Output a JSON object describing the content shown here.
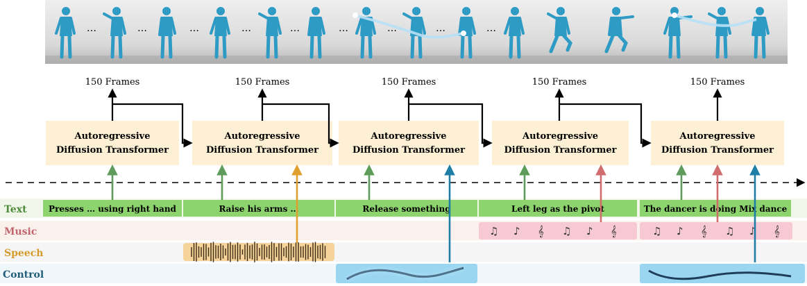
{
  "frames_label": "150 Frames",
  "block_line1": "Autoregressive",
  "block_line2": "Diffusion Transformer",
  "rows": {
    "text": "Text",
    "music": "Music",
    "speech": "Speech",
    "control": "Control"
  },
  "text_segments": [
    "Presses … using right hand",
    "Raise his arms …",
    "Release something",
    "Left leg as the pivot",
    "The dancer is doing Mix dance"
  ],
  "ellipsis": "…",
  "colors": {
    "block_fill": "#fdf0d5",
    "text_row": "#f0f7ea",
    "text_seg": "#8dd46f",
    "music_row": "#fbf1ec",
    "music_seg": "#f7c9d5",
    "speech_row": "#f5f5f5",
    "speech_seg": "#f5d39a",
    "control_row": "#f0f7fa",
    "control_seg": "#9bd6f0",
    "text_label": "#4e8a3a",
    "music_label": "#c0646e",
    "speech_label": "#d49a2a",
    "control_label": "#1f5d78",
    "arrow_text": "#5f9b5a",
    "arrow_music": "#d06c6c",
    "arrow_speech": "#e0a030",
    "arrow_control": "#1f7ea6",
    "figure": "#2e9bc4"
  }
}
